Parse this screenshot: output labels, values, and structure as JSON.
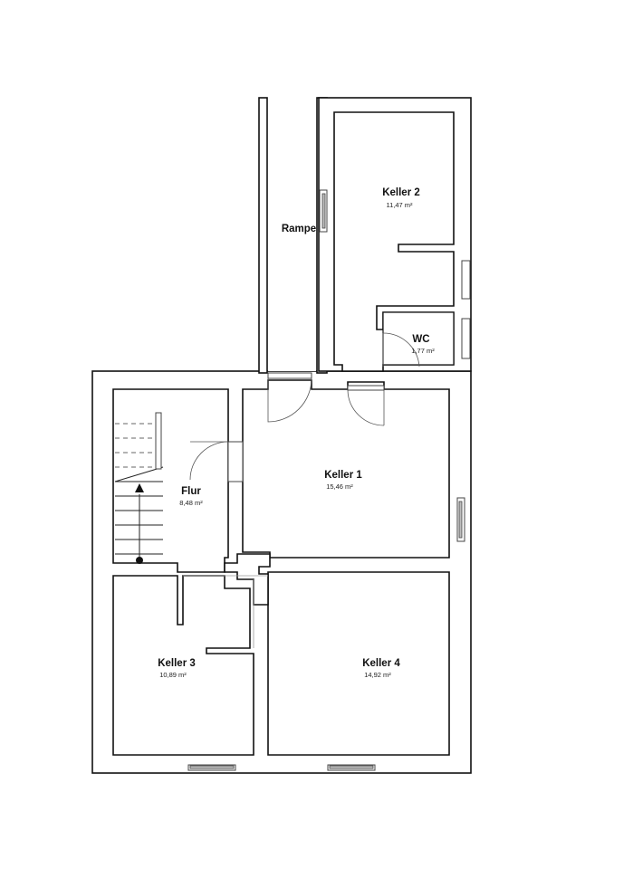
{
  "rooms": {
    "keller2": {
      "name": "Keller 2",
      "area": "11,47 m²"
    },
    "rampe": {
      "name": "Rampe"
    },
    "wc": {
      "name": "WC",
      "area": "1,77 m²"
    },
    "flur": {
      "name": "Flur",
      "area": "8,48 m²"
    },
    "keller1": {
      "name": "Keller 1",
      "area": "15,46 m²"
    },
    "keller3": {
      "name": "Keller 3",
      "area": "10,89 m²"
    },
    "keller4": {
      "name": "Keller 4",
      "area": "14,92 m²"
    }
  }
}
